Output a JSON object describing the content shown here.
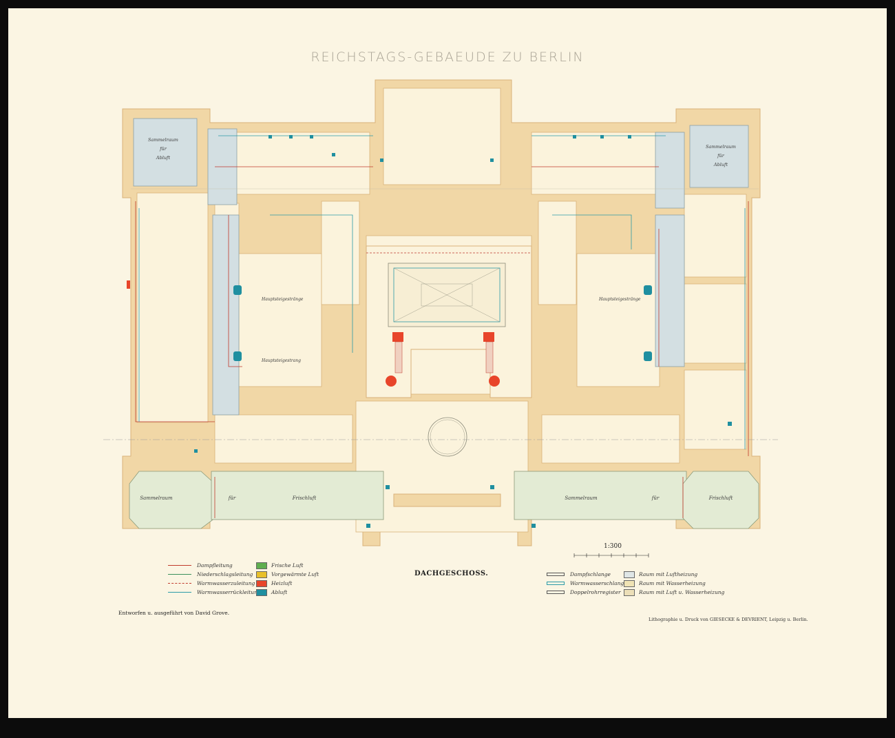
{
  "title": "REICHSTAGS-GEBAEUDE ZU BERLIN",
  "rooms": {
    "nw_exhaust": [
      "Sammelraum",
      "für",
      "Abluft"
    ],
    "ne_exhaust": [
      "Sammelraum",
      "für",
      "Abluft"
    ],
    "sw_fresh": [
      "Sammelraum",
      "für",
      "Frischluft"
    ],
    "se_fresh": [
      "Sammelraum",
      "für",
      "Frischluft"
    ],
    "riser_w1": "Hauptsteigestränge",
    "riser_w2": "Hauptsteigestrang",
    "riser_e1": "Hauptsteigestränge"
  },
  "floor_name": "DACHGESCHOSS.",
  "scale": "1:300",
  "legend_lines": [
    {
      "label": "Dampfleitung",
      "color": "#c0392b",
      "style": "solid"
    },
    {
      "label": "Niederschlagsleitung",
      "color": "#3a8f5a",
      "style": "solid"
    },
    {
      "label": "Warmwasserzuleitung",
      "color": "#c0392b",
      "style": "dashed"
    },
    {
      "label": "Warmwasserrückleitung",
      "color": "#2a9aa8",
      "style": "solid"
    }
  ],
  "legend_air": [
    {
      "label": "Frische Luft",
      "color": "#5fae4e"
    },
    {
      "label": "Vorgewärmte Luft",
      "color": "#e8c02a"
    },
    {
      "label": "Heizluft",
      "color": "#e8452a"
    },
    {
      "label": "Abluft",
      "color": "#1f8fa0"
    }
  ],
  "legend_devices": [
    {
      "label": "Dampfschlange"
    },
    {
      "label": "Warmwasserschlange"
    },
    {
      "label": "Doppelrohrregister"
    }
  ],
  "legend_rooms": [
    {
      "label": "Raum mit Luftheizung",
      "color": "#dfe6e6"
    },
    {
      "label": "Raum mit Wasserheizung",
      "color": "#f0e3b4"
    },
    {
      "label": "Raum mit Luft u. Wasserheizung",
      "color": "#ecdfb8"
    }
  ],
  "credit_left": "Entworfen u. ausgeführt von David Grove.",
  "credit_right": "Lithographie u. Druck von GIESECKE & DEVRIENT, Leipzig u. Berlin.",
  "colors": {
    "wall": "#f1d7a6",
    "wall_edge": "#d9b27a",
    "exhaust_room": "#d3dfe2",
    "fresh_room": "#e3ebd4",
    "duct": "#1f8fa0",
    "steam": "#c0392b",
    "heater": "#e8452a"
  }
}
